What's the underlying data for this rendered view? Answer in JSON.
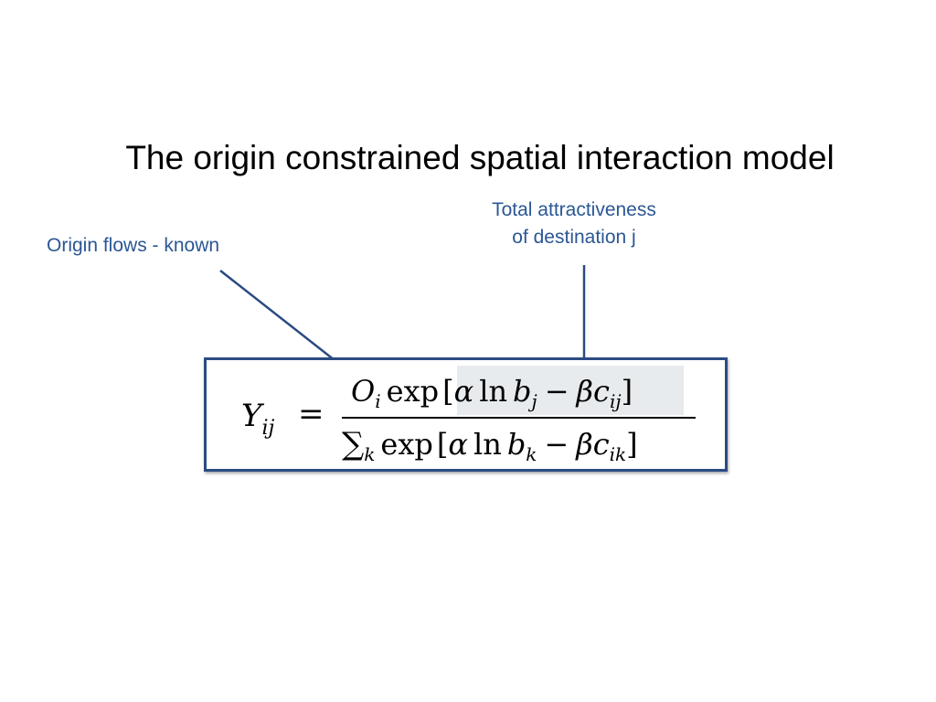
{
  "slide": {
    "title": "The origin constrained spatial interaction model",
    "annotations": {
      "origin_flows": "Origin flows - known",
      "attractiveness_line1": "Total attractiveness",
      "attractiveness_line2": "of destination j"
    },
    "colors": {
      "annotation_text": "#2b5794",
      "arrow": "#2a4a80",
      "box_border": "#2b4c83",
      "highlight": "#e8ebee"
    },
    "formula": {
      "lhs_main": "Y",
      "lhs_sub": "ij",
      "equals": "=",
      "num_O": "O",
      "num_O_sub": "i",
      "num_exp": "exp",
      "num_lbr": "[",
      "num_alpha": "α",
      "num_ln": "ln",
      "num_b": "b",
      "num_b_sub": "j",
      "num_minus": "−",
      "num_beta": "β",
      "num_c": "c",
      "num_c_sub": "ij",
      "num_rbr": "]",
      "den_sigma": "∑",
      "den_sigma_sub": "k",
      "den_exp": "exp",
      "den_lbr": "[",
      "den_alpha": "α",
      "den_ln": "ln",
      "den_b": "b",
      "den_b_sub": "k",
      "den_minus": "−",
      "den_beta": "β",
      "den_c": "c",
      "den_c_sub": "ik",
      "den_rbr": "]"
    }
  }
}
